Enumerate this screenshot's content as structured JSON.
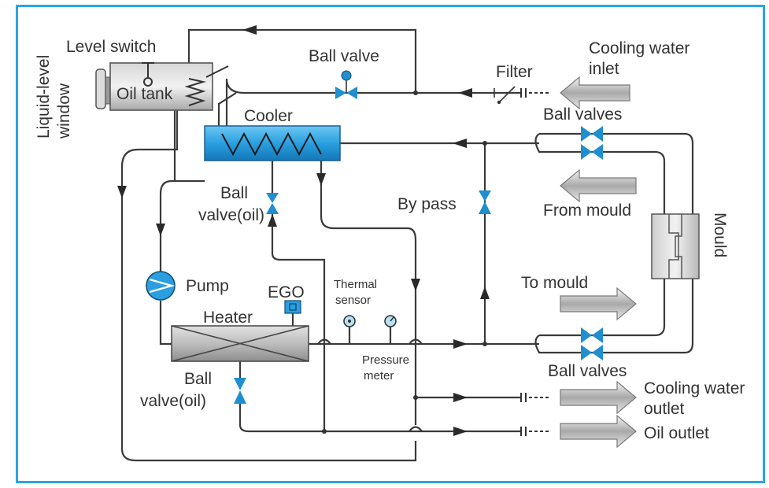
{
  "labels": {
    "liquid_level_window": [
      "Liquid-level",
      "window"
    ],
    "level_switch": "Level switch",
    "oil_tank": "Oil tank",
    "ball_valve_top": "Ball valve",
    "filter": "Filter",
    "cooling_water_inlet": [
      "Cooling water",
      "inlet"
    ],
    "cooler": "Cooler",
    "ball_valves_top": "Ball valves",
    "ball_valve_oil_mid": [
      "Ball",
      "valve(oil)"
    ],
    "by_pass": "By pass",
    "from_mould": "From mould",
    "mould": "Mould",
    "pump": "Pump",
    "ego": "EGO",
    "heater": "Heater",
    "thermal_sensor": [
      "Thermal",
      "sensor"
    ],
    "pressure_meter": [
      "Pressure",
      "meter"
    ],
    "to_mould": "To mould",
    "ball_valves_bottom": "Ball valves",
    "ball_valve_oil_bottom": [
      "Ball",
      "valve(oil)"
    ],
    "cooling_water_outlet": [
      "Cooling water",
      "outlet"
    ],
    "oil_outlet": "Oil outlet"
  },
  "colors": {
    "frame": "#2aa7df",
    "valve": "#1f8fd0",
    "cooler": "#2a9fe0",
    "pipe": "#3a3a3a"
  }
}
